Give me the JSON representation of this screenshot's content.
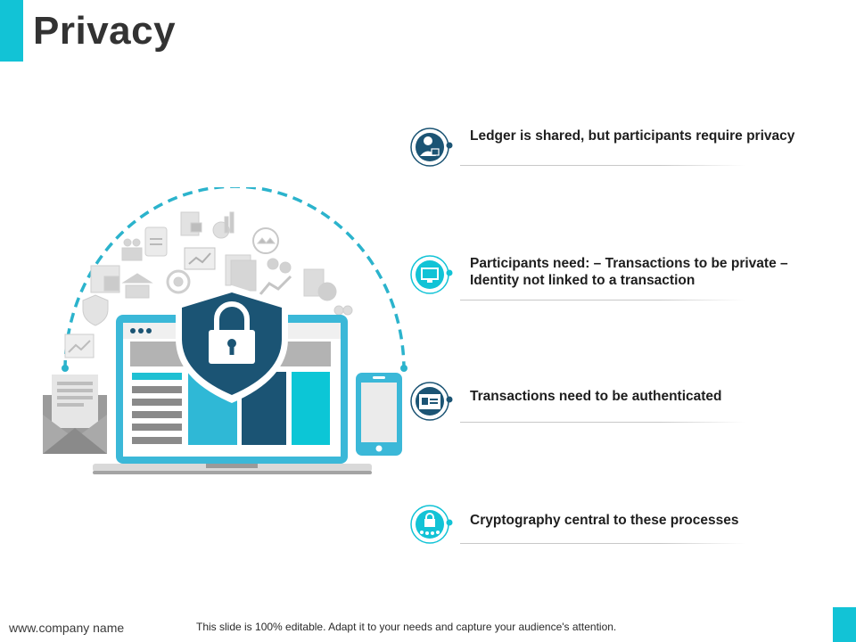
{
  "slide": {
    "title": "Privacy",
    "accent_color": "#12c3d6",
    "dark_color": "#1b5474"
  },
  "points": [
    {
      "text": "Ledger is shared, but participants require privacy",
      "icon": "user-lock-icon"
    },
    {
      "text": "Participants need: – Transactions to be private – Identity not linked to a transaction",
      "icon": "monitor-icon"
    },
    {
      "text": "Transactions need to be authenticated",
      "icon": "id-card-icon"
    },
    {
      "text": "Cryptography central to these processes",
      "icon": "lock-network-icon"
    }
  ],
  "footer": {
    "website": "www.company name",
    "note": "This slide is 100% editable. Adapt it to your needs and capture your audience's attention."
  }
}
